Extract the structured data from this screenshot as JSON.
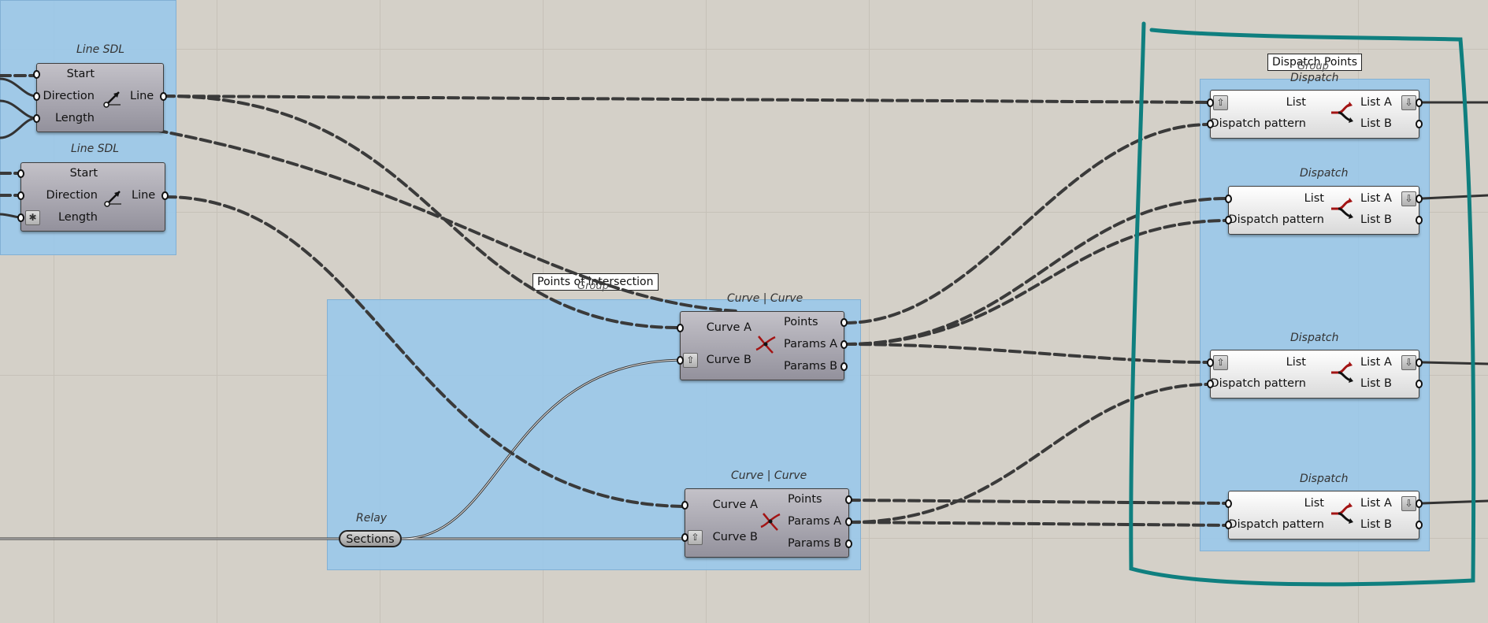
{
  "groups": {
    "intersection": {
      "tag": "Points of intersection",
      "sub": "Group"
    },
    "dispatch": {
      "tag": "Dispatch Points",
      "sub": "Group"
    }
  },
  "components": {
    "line_sdl_1": {
      "nickname": "Line SDL",
      "inputs": [
        "Start",
        "Direction",
        "Length"
      ],
      "output": "Line"
    },
    "line_sdl_2": {
      "nickname": "Line SDL",
      "inputs": [
        "Start",
        "Direction",
        "Length"
      ],
      "output": "Line"
    },
    "ccx_1": {
      "nickname": "Curve | Curve",
      "inputs": [
        "Curve A",
        "Curve B"
      ],
      "outputs": [
        "Points",
        "Params A",
        "Params B"
      ]
    },
    "ccx_2": {
      "nickname": "Curve | Curve",
      "inputs": [
        "Curve A",
        "Curve B"
      ],
      "outputs": [
        "Points",
        "Params A",
        "Params B"
      ]
    },
    "relay": {
      "nickname": "Relay",
      "label": "Sections"
    },
    "dispatch": [
      {
        "nickname": "Dispatch",
        "inputs": [
          "List",
          "Dispatch pattern"
        ],
        "outputs": [
          "List A",
          "List B"
        ]
      },
      {
        "nickname": "Dispatch",
        "inputs": [
          "List",
          "Dispatch pattern"
        ],
        "outputs": [
          "List A",
          "List B"
        ]
      },
      {
        "nickname": "Dispatch",
        "inputs": [
          "List",
          "Dispatch pattern"
        ],
        "outputs": [
          "List A",
          "List B"
        ]
      },
      {
        "nickname": "Dispatch",
        "inputs": [
          "List",
          "Dispatch pattern"
        ],
        "outputs": [
          "List A",
          "List B"
        ]
      }
    ]
  },
  "icons": {
    "line_sdl": "line-sdl-icon",
    "curve_curve": "curve-intersection-icon",
    "dispatch": "dispatch-icon",
    "flatten": "flatten-icon",
    "graft": "graft-icon",
    "reverse": "reverse-icon"
  },
  "colors": {
    "canvas": "#d4d0c8",
    "group": "#96c8ec",
    "wire": "#3a3a3a",
    "annotation": "#0f7f7f",
    "icon_red": "#a31414"
  }
}
